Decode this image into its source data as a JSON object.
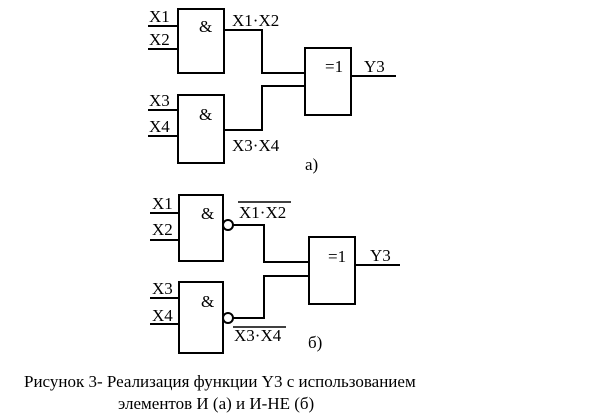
{
  "diagram_a": {
    "label": "а)",
    "gate1": {
      "symbol": "&",
      "in1": "X1",
      "in2": "X2",
      "out": "X1·X2"
    },
    "gate2": {
      "symbol": "&",
      "in1": "X3",
      "in2": "X4",
      "out": "X3·X4"
    },
    "xor": {
      "symbol": "=1",
      "out": "Y3"
    }
  },
  "diagram_b": {
    "label": "б)",
    "gate1": {
      "symbol": "&",
      "in1": "X1",
      "in2": "X2",
      "out": "X1·X2"
    },
    "gate2": {
      "symbol": "&",
      "in1": "X3",
      "in2": "X4",
      "out": "X3·X4"
    },
    "xor": {
      "symbol": "=1",
      "out": "Y3"
    }
  },
  "caption": {
    "line1": "Рисунок 3- Реализация функции Y3 с использованием",
    "line2": "элементов И (а) и И-НЕ (б)"
  }
}
